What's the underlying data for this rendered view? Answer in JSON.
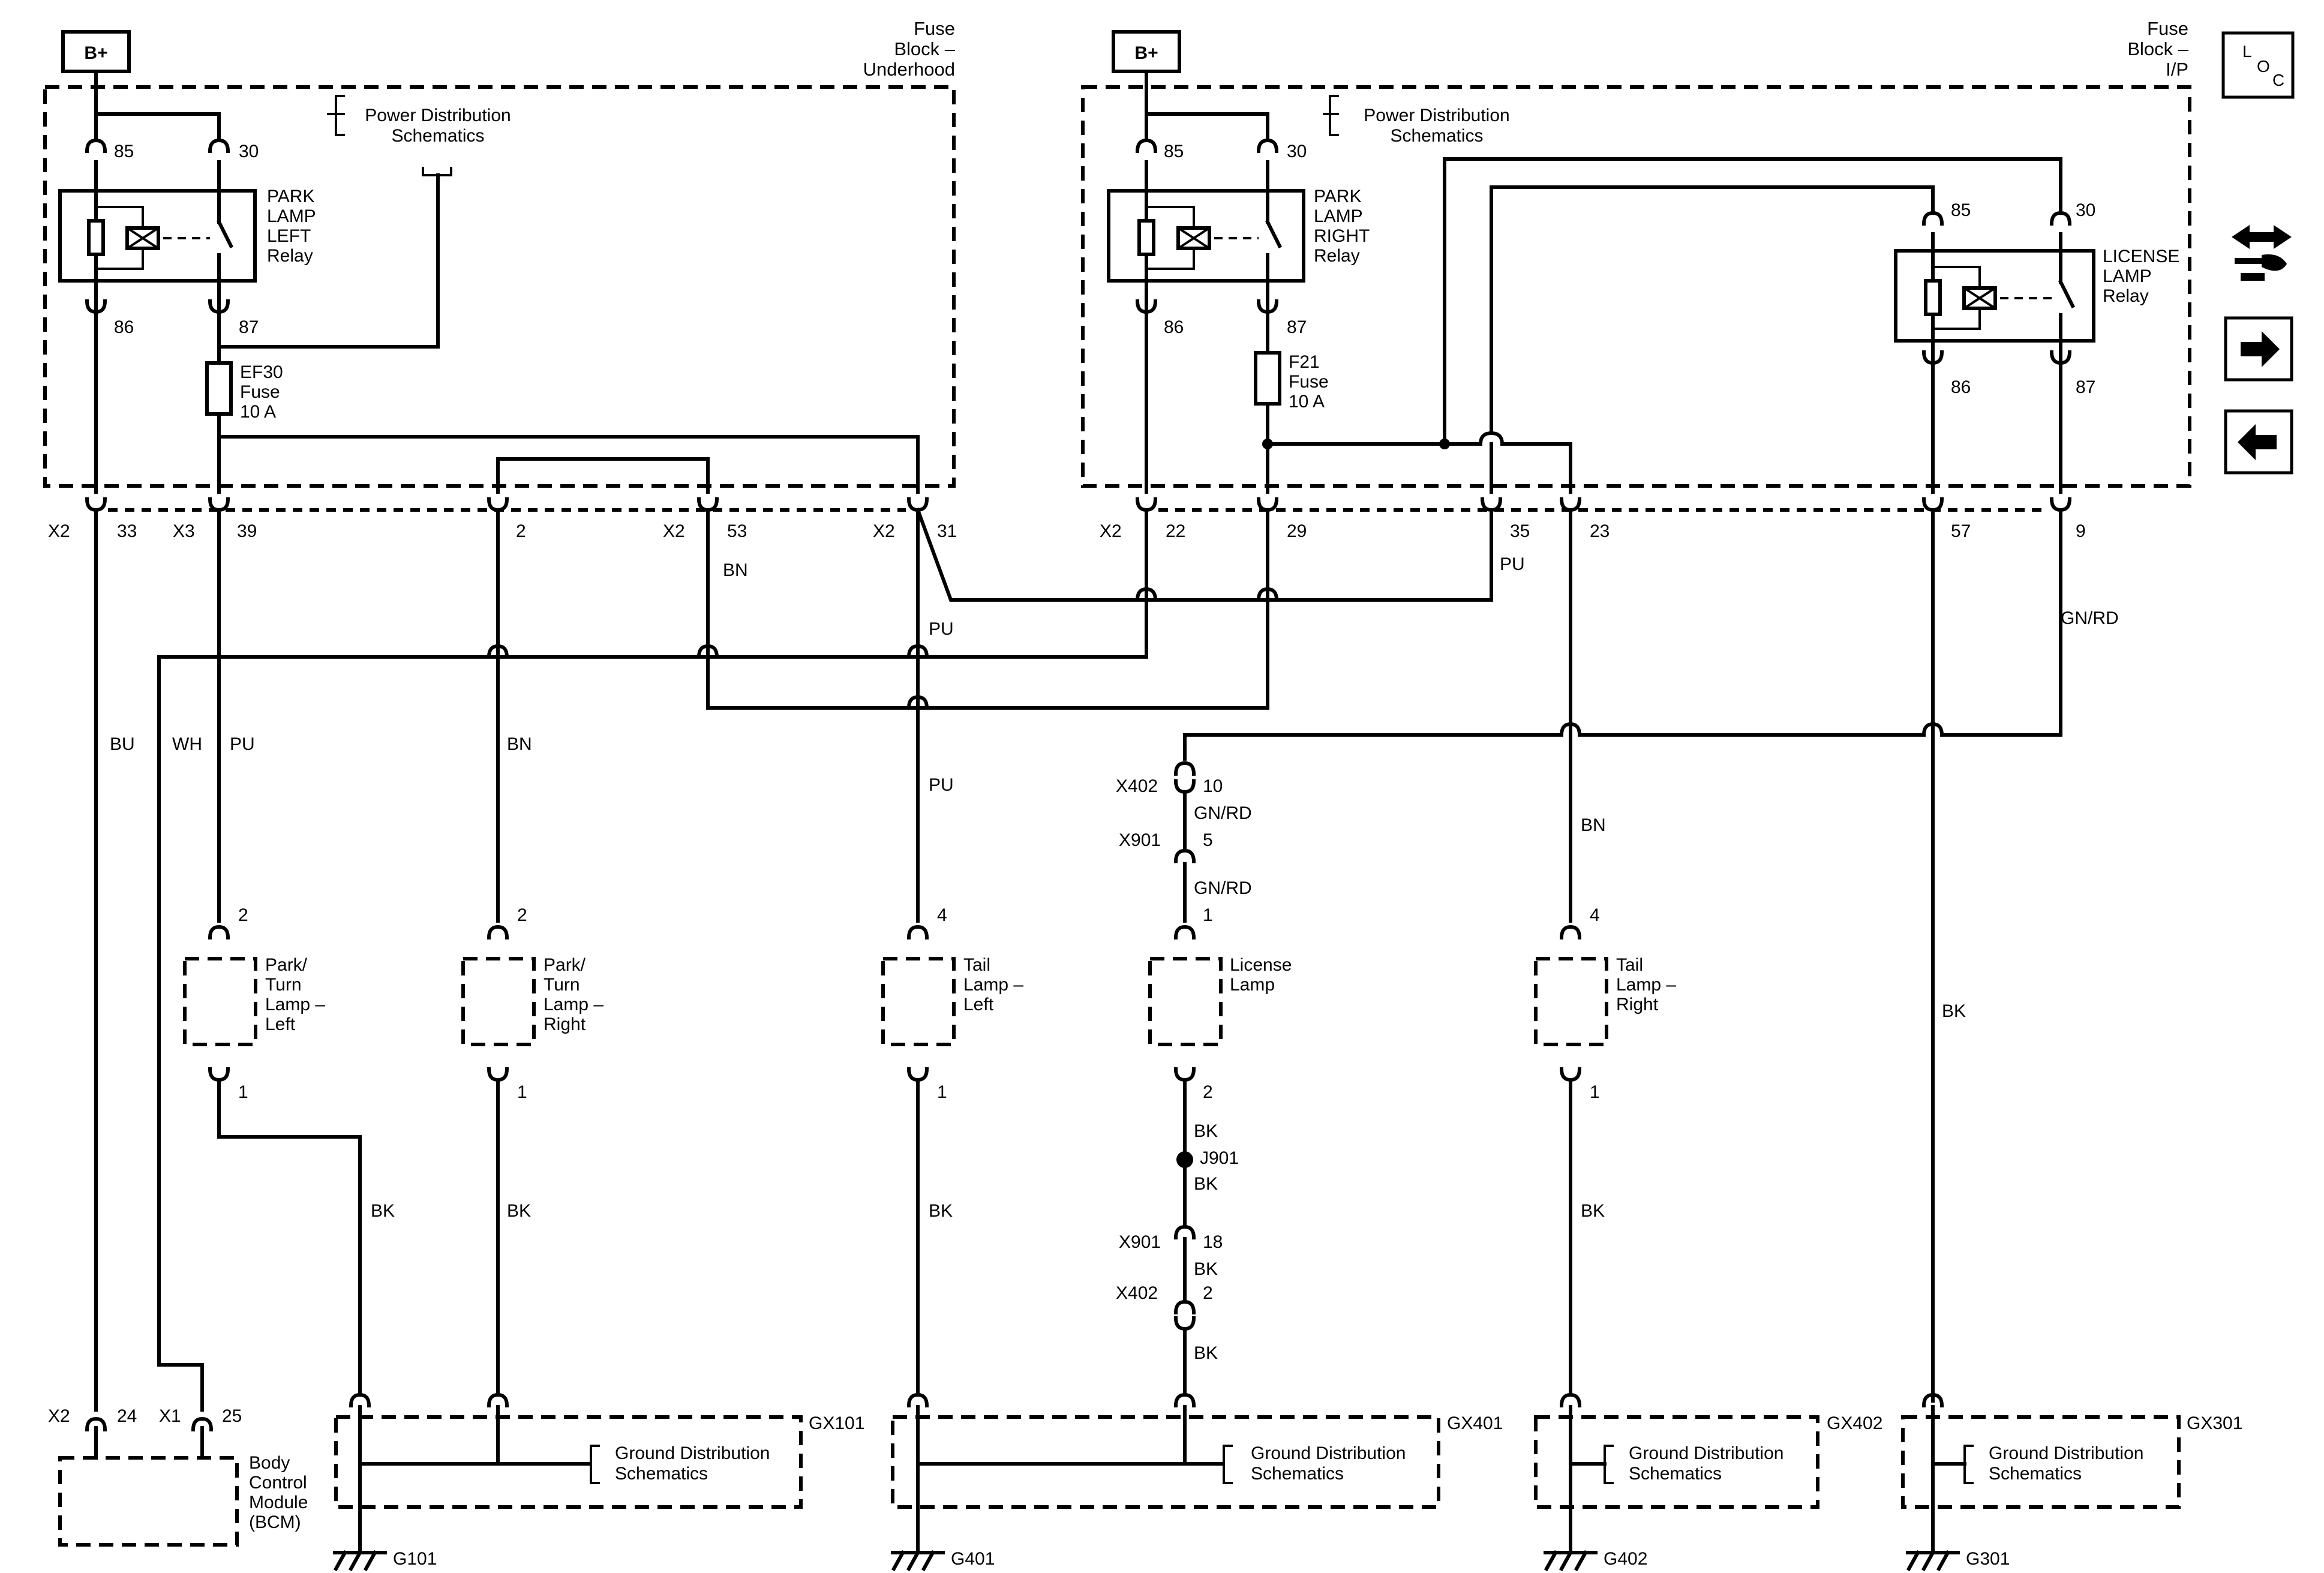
{
  "source_labels": {
    "b_plus_left": "B+",
    "b_plus_right": "B+"
  },
  "blocks": {
    "underhood": [
      "Fuse",
      "Block –",
      "Underhood"
    ],
    "ip": [
      "Fuse",
      "Block –",
      "I/P"
    ]
  },
  "power_dist": [
    "Power Distribution",
    "Schematics"
  ],
  "ground_dist": [
    "Ground Distribution",
    "Schematics"
  ],
  "relays": {
    "left": [
      "PARK",
      "LAMP",
      "LEFT",
      "Relay"
    ],
    "right": [
      "PARK",
      "LAMP",
      "RIGHT",
      "Relay"
    ],
    "license": [
      "LICENSE",
      "LAMP",
      "Relay"
    ]
  },
  "relay_pins": {
    "p85": "85",
    "p30": "30",
    "p86": "86",
    "p87": "87"
  },
  "fuses": {
    "ef30": [
      "EF30",
      "Fuse",
      "10 A"
    ],
    "f21": [
      "F21",
      "Fuse",
      "10 A"
    ]
  },
  "connectors": {
    "x2": "X2",
    "x3": "X3",
    "x1": "X1",
    "x402": "X402",
    "x901": "X901",
    "j901": "J901"
  },
  "pins": {
    "p33": "33",
    "p39": "39",
    "p2": "2",
    "p53": "53",
    "p31": "31",
    "p22": "22",
    "p29": "29",
    "p35": "35",
    "p23": "23",
    "p57": "57",
    "p9": "9",
    "p24": "24",
    "p25": "25",
    "p4": "4",
    "p1": "1",
    "p10": "10",
    "p5": "5",
    "p18": "18"
  },
  "wire_colors": {
    "bu": "BU",
    "wh": "WH",
    "pu": "PU",
    "bn": "BN",
    "bk": "BK",
    "gnrd": "GN/RD"
  },
  "components": {
    "park_turn_left": [
      "Park/",
      "Turn",
      "Lamp –",
      "Left"
    ],
    "park_turn_right": [
      "Park/",
      "Turn",
      "Lamp –",
      "Right"
    ],
    "tail_left": [
      "Tail",
      "Lamp –",
      "Left"
    ],
    "license_lamp": [
      "License",
      "Lamp"
    ],
    "tail_right": [
      "Tail",
      "Lamp –",
      "Right"
    ],
    "bcm": [
      "Body",
      "Control",
      "Module",
      "(BCM)"
    ]
  },
  "grounds": {
    "gx101": "GX101",
    "gx401": "GX401",
    "gx402": "GX402",
    "gx301": "GX301",
    "g101": "G101",
    "g401": "G401",
    "g402": "G402",
    "g301": "G301"
  },
  "nav": {
    "loc_l": "L",
    "loc_o": "O",
    "loc_c": "C"
  }
}
